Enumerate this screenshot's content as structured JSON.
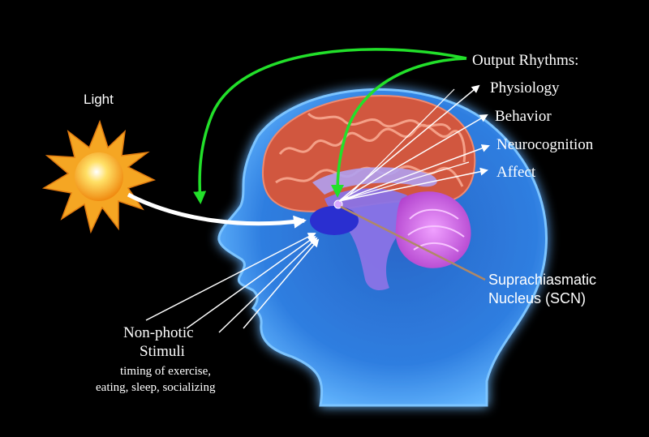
{
  "labels": {
    "light": "Light",
    "output_rhythms": "Output Rhythms:",
    "outputs": [
      "Physiology",
      "Behavior",
      "Neurocognition",
      "Affect"
    ],
    "scn_line1": "Suprachiasmatic",
    "scn_line2": "Nucleus (SCN)",
    "nonphotic_line1": "Non-photic",
    "nonphotic_line2": "Stimuli",
    "nonphotic_detail1": "timing of exercise,",
    "nonphotic_detail2": "eating, sleep, socializing"
  },
  "colors": {
    "background": "#000000",
    "head": "#2f7de0",
    "head_glow": "#4aa8ff",
    "cerebrum": "#d1573f",
    "cerebellum": "#c44fd6",
    "midbrain": "#8a73e6",
    "sun": "#f5a623",
    "feedback_arrow": "#22e02a",
    "scn_pointer": "#b08866",
    "text": "#ffffff"
  },
  "icons": {
    "sun": "sun-icon"
  }
}
